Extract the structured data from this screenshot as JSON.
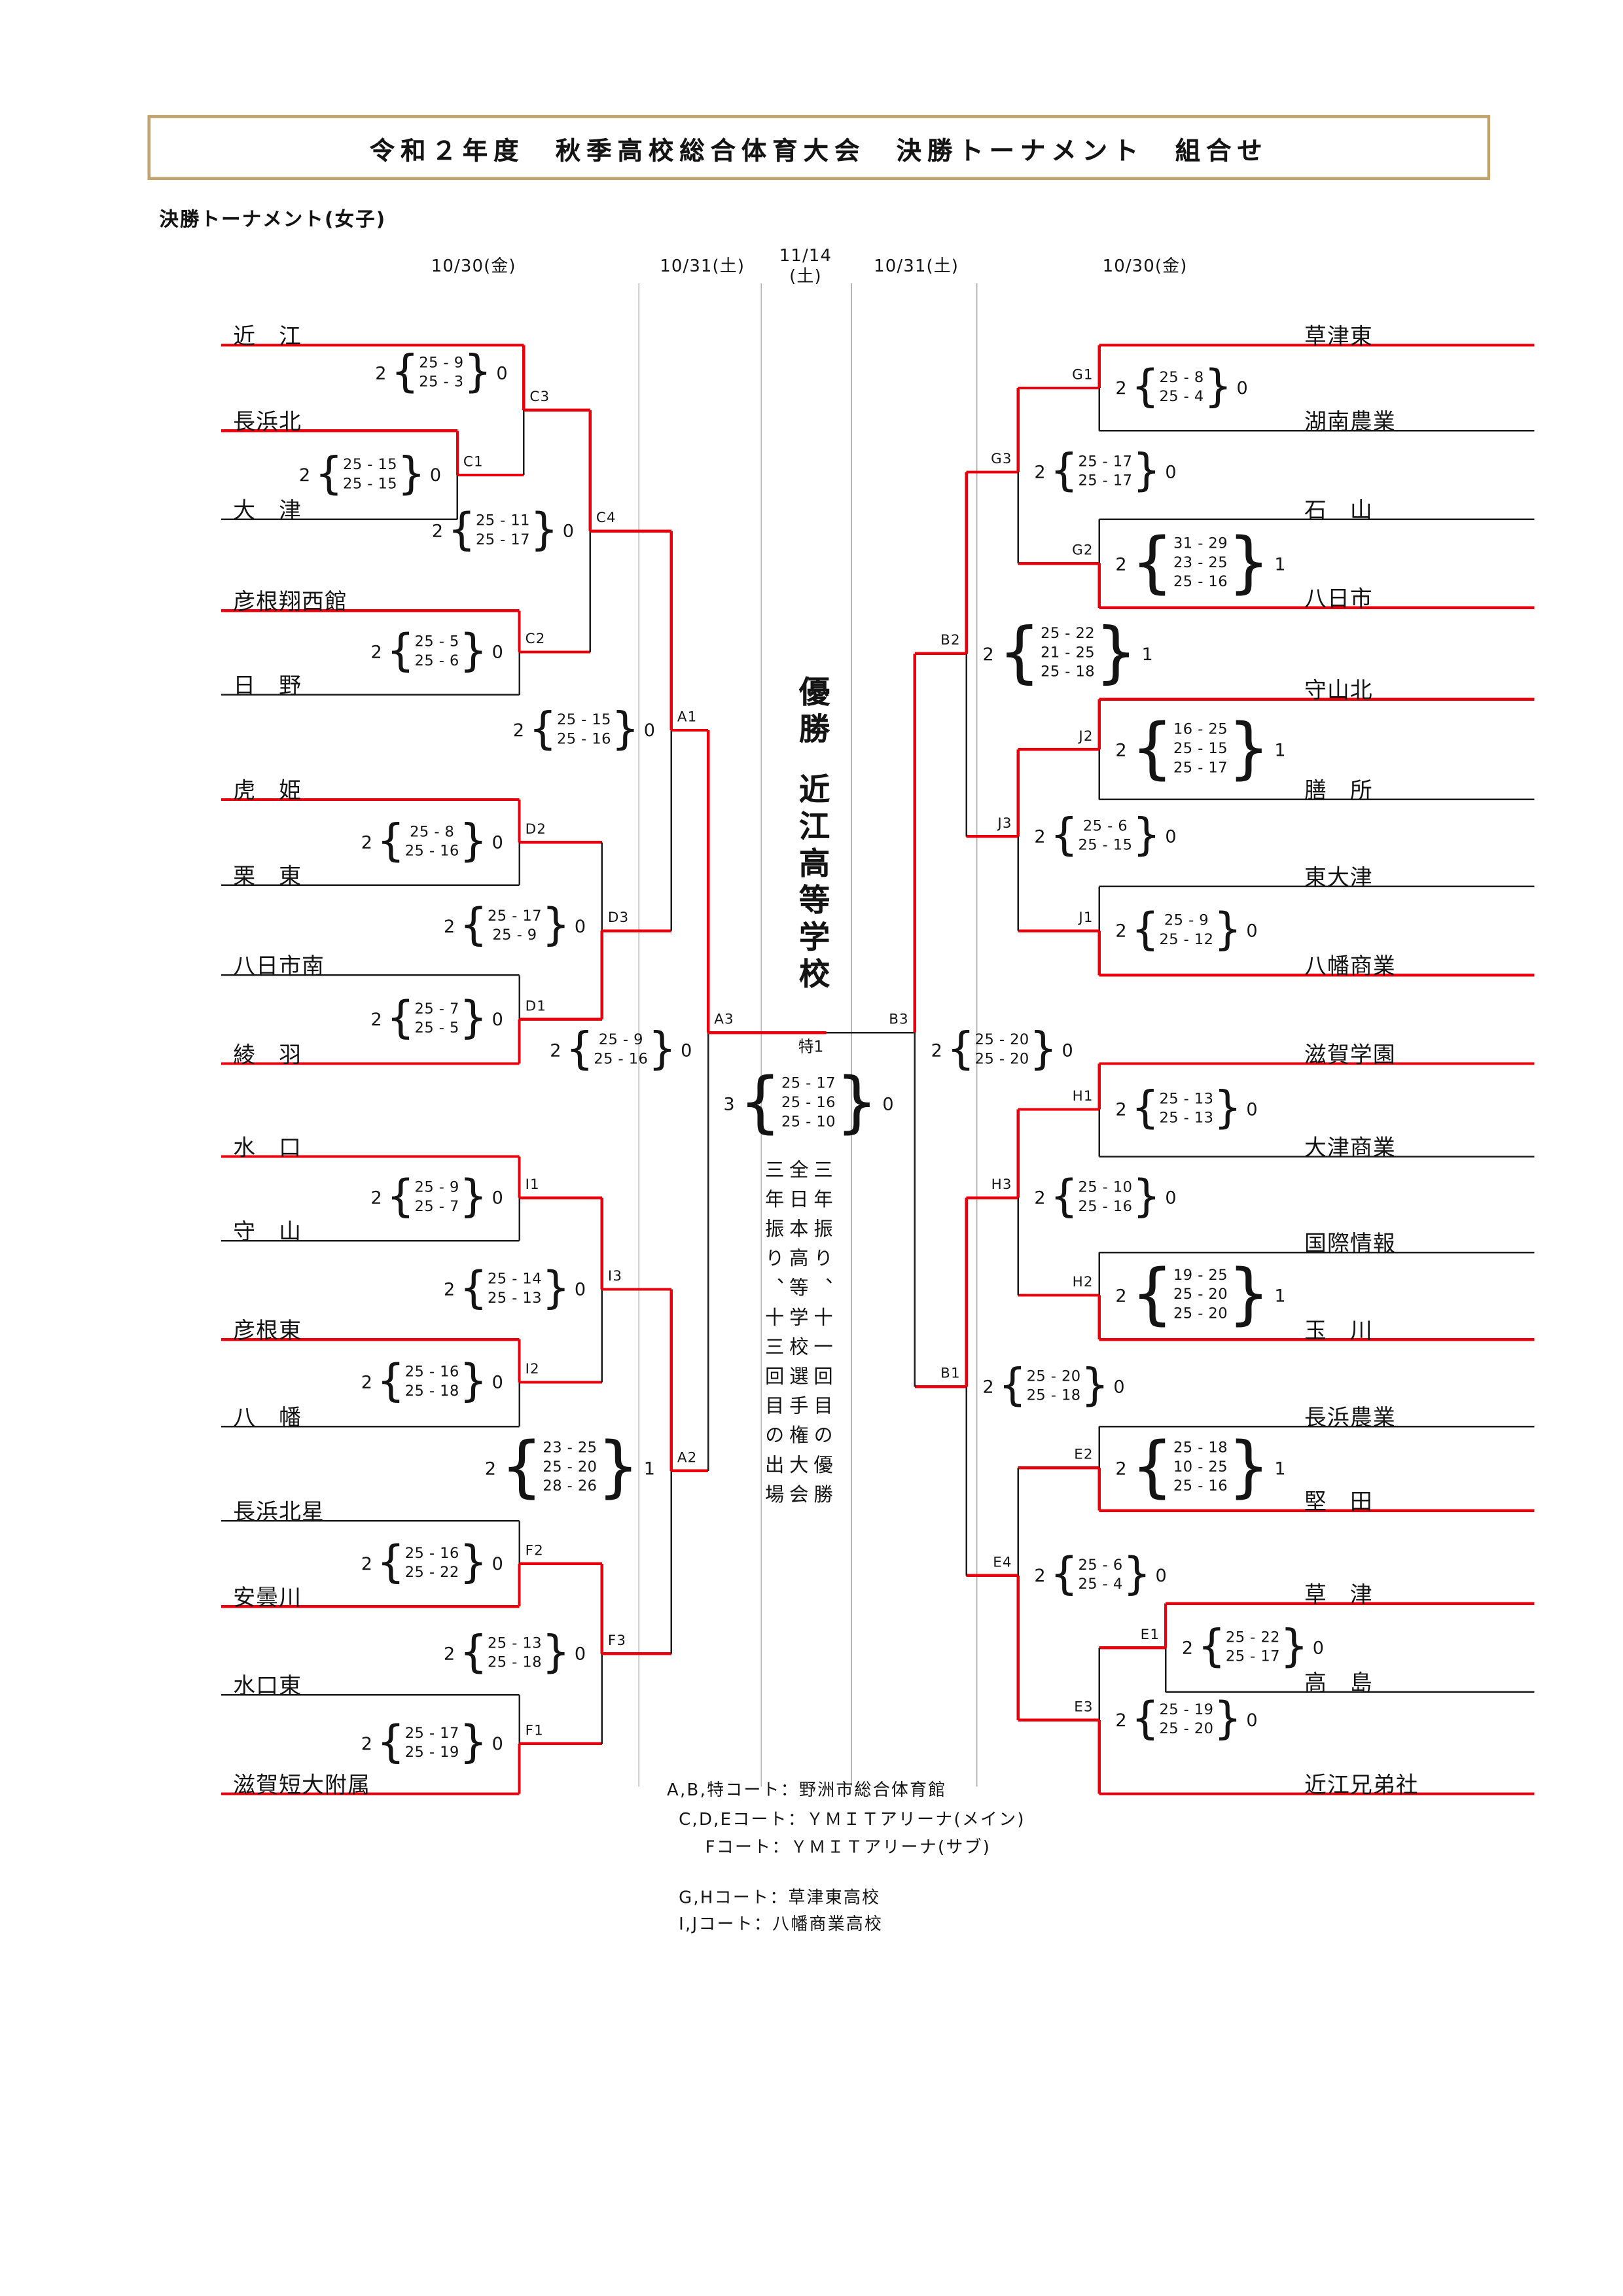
{
  "title": "令和２年度　秋季高校総合体育大会　決勝トーナメント　組合せ",
  "subtitle": "決勝トーナメント(女子)",
  "column_dates": [
    "10/30(金)",
    "10/31(土)",
    "11/14\n(土)",
    "10/31(土)",
    "10/30(金)"
  ],
  "teams": {
    "left": [
      "近　江",
      "長浜北",
      "大　津",
      "彦根翔西館",
      "日　野",
      "虎　姫",
      "栗　東",
      "八日市南",
      "綾　羽",
      "水　口",
      "守　山",
      "彦根東",
      "八　幡",
      "長浜北星",
      "安曇川",
      "水口東",
      "滋賀短大附属"
    ],
    "right": [
      "草津東",
      "湖南農業",
      "石　山",
      "八日市",
      "守山北",
      "膳　所",
      "東大津",
      "八幡商業",
      "滋賀学園",
      "大津商業",
      "国際情報",
      "玉　川",
      "長浜農業",
      "堅　田",
      "草　津",
      "高　島",
      "近江兄弟社"
    ]
  },
  "matches": {
    "C1": {
      "label": "C1",
      "a": "2",
      "b": "0",
      "sets": [
        "25 - 15",
        "25 - 15"
      ]
    },
    "C3": {
      "label": "C3",
      "a": "2",
      "b": "0",
      "sets": [
        "25 - 9",
        "25 - 3"
      ]
    },
    "C2": {
      "label": "C2",
      "a": "2",
      "b": "0",
      "sets": [
        "25 - 5",
        "25 - 6"
      ]
    },
    "C4": {
      "label": "C4",
      "a": "2",
      "b": "0",
      "sets": [
        "25 - 11",
        "25 - 17"
      ]
    },
    "D2": {
      "label": "D2",
      "a": "2",
      "b": "0",
      "sets": [
        "25 - 8",
        "25 - 16"
      ]
    },
    "D1": {
      "label": "D1",
      "a": "2",
      "b": "0",
      "sets": [
        "25 - 7",
        "25 - 5"
      ]
    },
    "D3": {
      "label": "D3",
      "a": "2",
      "b": "0",
      "sets": [
        "25 - 17",
        "25 - 9"
      ]
    },
    "A1": {
      "label": "A1",
      "a": "2",
      "b": "0",
      "sets": [
        "25 - 15",
        "25 - 16"
      ]
    },
    "I1": {
      "label": "I1",
      "a": "2",
      "b": "0",
      "sets": [
        "25 - 9",
        "25 - 7"
      ]
    },
    "I2": {
      "label": "I2",
      "a": "2",
      "b": "0",
      "sets": [
        "25 - 16",
        "25 - 18"
      ]
    },
    "I3": {
      "label": "I3",
      "a": "2",
      "b": "0",
      "sets": [
        "25 - 14",
        "25 - 13"
      ]
    },
    "F2": {
      "label": "F2",
      "a": "2",
      "b": "0",
      "sets": [
        "25 - 16",
        "25 - 22"
      ]
    },
    "F1": {
      "label": "F1",
      "a": "2",
      "b": "0",
      "sets": [
        "25 - 17",
        "25 - 19"
      ]
    },
    "F3": {
      "label": "F3",
      "a": "2",
      "b": "0",
      "sets": [
        "25 - 13",
        "25 - 18"
      ]
    },
    "A2": {
      "label": "A2",
      "a": "2",
      "b": "1",
      "sets": [
        "23 - 25",
        "25 - 20",
        "28 - 26"
      ]
    },
    "A3": {
      "label": "A3",
      "a": "2",
      "b": "0",
      "sets": [
        "25 - 9",
        "25 - 16"
      ]
    },
    "G1": {
      "label": "G1",
      "a": "2",
      "b": "0",
      "sets": [
        "25 - 8",
        "25 - 4"
      ]
    },
    "G2": {
      "label": "G2",
      "a": "2",
      "b": "1",
      "sets": [
        "31 - 29",
        "23 - 25",
        "25 - 16"
      ]
    },
    "G3": {
      "label": "G3",
      "a": "2",
      "b": "0",
      "sets": [
        "25 - 17",
        "25 - 17"
      ]
    },
    "J2": {
      "label": "J2",
      "a": "2",
      "b": "1",
      "sets": [
        "16 - 25",
        "25 - 15",
        "25 - 17"
      ]
    },
    "J1": {
      "label": "J1",
      "a": "2",
      "b": "0",
      "sets": [
        "25 - 9",
        "25 - 12"
      ]
    },
    "J3": {
      "label": "J3",
      "a": "2",
      "b": "0",
      "sets": [
        "25 - 6",
        "25 - 15"
      ]
    },
    "B2": {
      "label": "B2",
      "a": "2",
      "b": "1",
      "sets": [
        "25 - 22",
        "21 - 25",
        "25 - 18"
      ]
    },
    "H1": {
      "label": "H1",
      "a": "2",
      "b": "0",
      "sets": [
        "25 - 13",
        "25 - 13"
      ]
    },
    "H2": {
      "label": "H2",
      "a": "2",
      "b": "1",
      "sets": [
        "19 - 25",
        "25 - 20",
        "25 - 20"
      ]
    },
    "H3": {
      "label": "H3",
      "a": "2",
      "b": "0",
      "sets": [
        "25 - 10",
        "25 - 16"
      ]
    },
    "B1": {
      "label": "B1",
      "a": "2",
      "b": "0",
      "sets": [
        "25 - 20",
        "25 - 18"
      ]
    },
    "B3": {
      "label": "B3",
      "a": "2",
      "b": "0",
      "sets": [
        "25 - 20",
        "25 - 20"
      ]
    },
    "E2": {
      "label": "E2",
      "a": "2",
      "b": "1",
      "sets": [
        "25 - 18",
        "10 - 25",
        "25 - 16"
      ]
    },
    "E1": {
      "label": "E1",
      "a": "2",
      "b": "0",
      "sets": [
        "25 - 22",
        "25 - 17"
      ]
    },
    "E3": {
      "label": "E3",
      "a": "2",
      "b": "0",
      "sets": [
        "25 - 19",
        "25 - 20"
      ]
    },
    "E4": {
      "label": "E4",
      "a": "2",
      "b": "0",
      "sets": [
        "25 - 6",
        "25 - 4"
      ]
    }
  },
  "final": {
    "label": "特1",
    "a": "3",
    "b": "0",
    "sets": [
      "25 - 17",
      "25 - 16",
      "25 - 10"
    ]
  },
  "champion": {
    "caption": "優勝",
    "school": "近江高等学校",
    "notes": [
      "三年振り、十一回目の優勝",
      "全日本高等学校選手権大会",
      "三年振り、十三回目の出場"
    ]
  },
  "court_notes": [
    "A,B,特コート：野洲市総合体育館",
    "C,D,Eコート：ＹＭＩＴアリーナ(メイン)",
    "Fコート：ＹＭＩＴアリーナ(サブ)",
    "G,Hコート：草津東高校",
    "I,Jコート：八幡商業高校"
  ],
  "colors": {
    "winner_red": "#e8000d",
    "line_black": "#1c1c1c",
    "separator_gray": "#b5b5b5",
    "title_border": "#c2a36b"
  }
}
